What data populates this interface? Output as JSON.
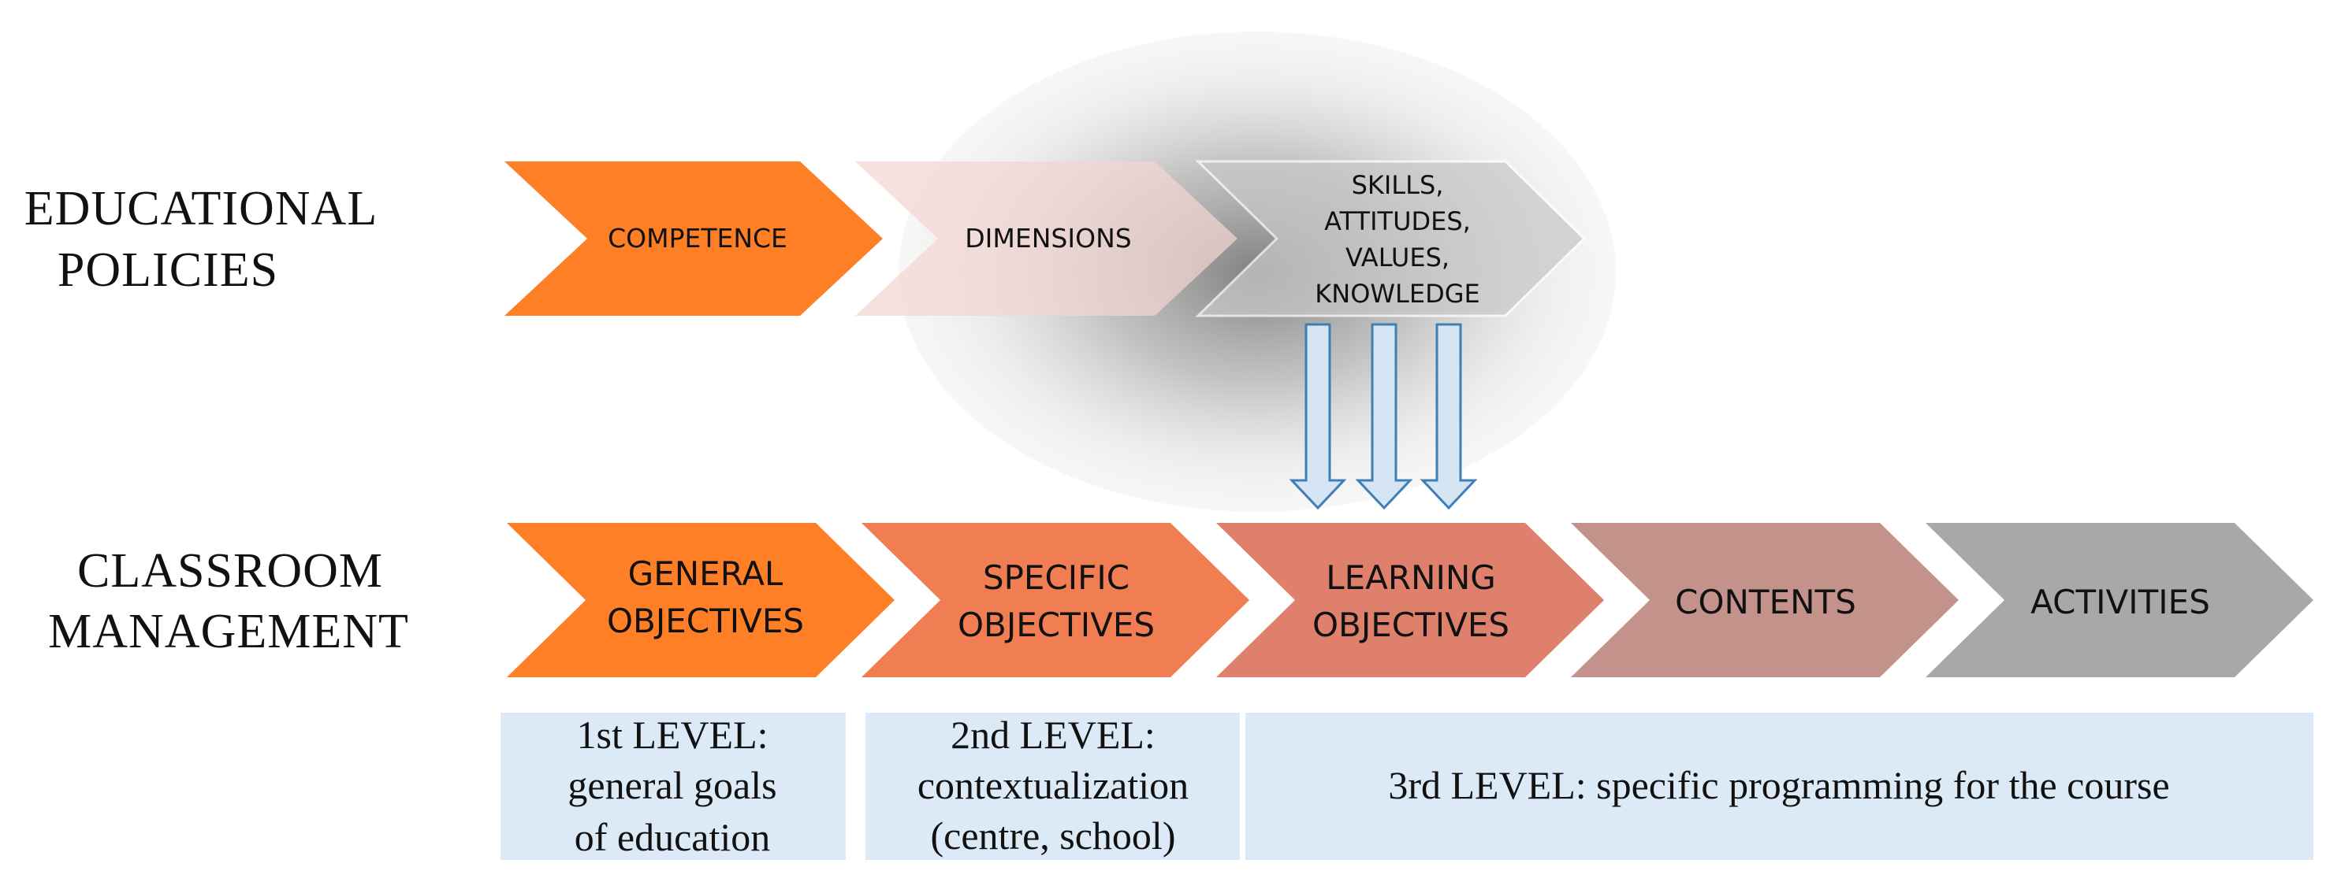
{
  "rows": {
    "top_label": [
      "EDUCATIONAL",
      "POLICIES"
    ],
    "bottom_label": [
      "CLASSROOM",
      "MANAGEMENT"
    ]
  },
  "top_chevrons": [
    {
      "lines": [
        "COMPETENCE"
      ],
      "color": "#FF7F27"
    },
    {
      "lines": [
        "DIMENSIONS"
      ],
      "color": "#F4D6D3"
    },
    {
      "lines": [
        "SKILLS,",
        "ATTITUDES,",
        "VALUES,",
        "KNOWLEDGE"
      ],
      "color": "#C8C8C8"
    }
  ],
  "bottom_chevrons": [
    {
      "lines": [
        "GENERAL",
        "OBJECTIVES"
      ],
      "color": "#FF7F27"
    },
    {
      "lines": [
        "SPECIFIC",
        "OBJECTIVES"
      ],
      "color": "#F07E52"
    },
    {
      "lines": [
        "LEARNING",
        "OBJECTIVES"
      ],
      "color": "#DE806C"
    },
    {
      "lines": [
        "CONTENTS"
      ],
      "color": "#C2928B"
    },
    {
      "lines": [
        "ACTIVITIES"
      ],
      "color": "#A8A8A8"
    }
  ],
  "levels": [
    {
      "lines": [
        "1st LEVEL:",
        "general goals",
        "of education"
      ]
    },
    {
      "lines": [
        "2nd LEVEL:",
        "contextualization",
        "(centre, school)"
      ]
    },
    {
      "lines": [
        "3rd LEVEL: specific programming for the course"
      ]
    }
  ],
  "colors": {
    "level_box": "#DCEAF7",
    "arrow_fill": "#D6E5F3",
    "arrow_stroke": "#3F7FB5",
    "halo": "#7A7A7A"
  },
  "arrows": {
    "count": 3,
    "direction": "down"
  }
}
